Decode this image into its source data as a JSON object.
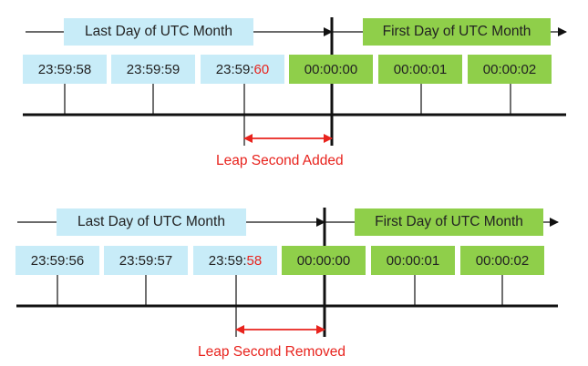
{
  "panel_added": {
    "left_header": "Last Day of UTC Month",
    "right_header": "First Day of UTC Month",
    "times": [
      "23:59:58",
      "23:59:59",
      "00:00:00",
      "00:00:01",
      "00:00:02"
    ],
    "leap_prefix": "23:59:",
    "leap_suffix": "60",
    "caption": "Leap Second Added"
  },
  "panel_removed": {
    "left_header": "Last Day of UTC Month",
    "right_header": "First Day of UTC Month",
    "times": [
      "23:59:56",
      "23:59:57",
      "00:00:00",
      "00:00:01",
      "00:00:02"
    ],
    "leap_prefix": "23:59:",
    "leap_suffix": "58",
    "caption": "Leap Second Removed"
  },
  "colors": {
    "last_day": "#c8ecf8",
    "first_day": "#8fcf4a",
    "highlight": "#e8231d"
  }
}
